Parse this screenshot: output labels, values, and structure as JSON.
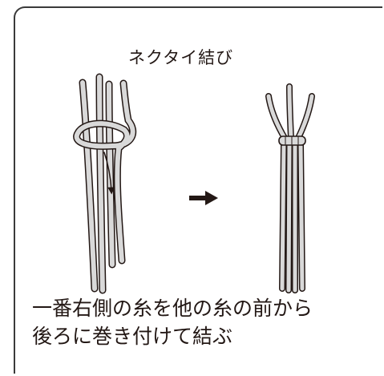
{
  "diagram": {
    "title": "ネクタイ結び",
    "caption_line1": "一番右側の糸を他の糸の前から",
    "caption_line2": "後ろに巻き付けて結ぶ",
    "colors": {
      "cord_fill": "#d9d9d9",
      "cord_outline": "#231815",
      "frame": "#3a3a3a",
      "arrow": "#231815"
    },
    "icons": [
      "tie-knot-before-illustration",
      "right-arrow-icon",
      "tie-knot-after-illustration"
    ]
  }
}
